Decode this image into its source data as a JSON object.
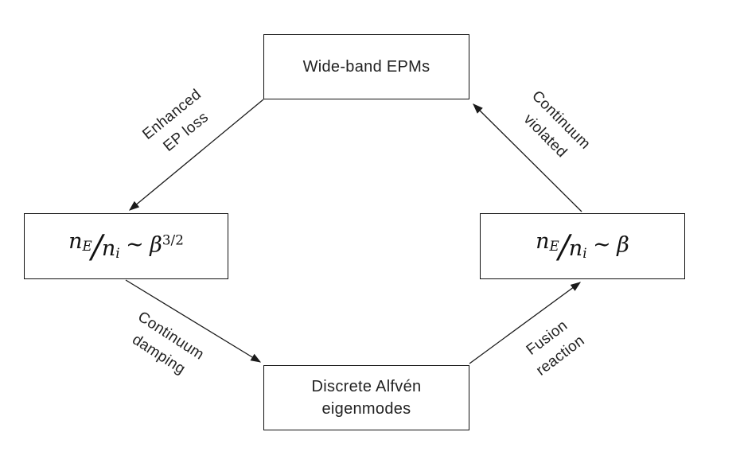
{
  "diagram": {
    "nodes": {
      "top": {
        "label": "Wide-band EPMs"
      },
      "bottom": {
        "label_line1": "Discrete Alfvén",
        "label_line2": "eigenmodes"
      },
      "left": {
        "math": {
          "n1": "n",
          "sub1": "E",
          "slash": "/",
          "n2": "n",
          "sub2": "i",
          "rel": "∼",
          "beta": "β",
          "exp": "3/2"
        }
      },
      "right": {
        "math": {
          "n1": "n",
          "sub1": "E",
          "slash": "/",
          "n2": "n",
          "sub2": "i",
          "rel": "∼",
          "beta": "β"
        }
      }
    },
    "edges": {
      "top_to_left": {
        "line1": "Enhanced",
        "line2": "EP loss"
      },
      "left_to_bottom": {
        "line1": "Continuum",
        "line2": "damping"
      },
      "bottom_to_right": {
        "line1": "Fusion",
        "line2": "reaction"
      },
      "right_to_top": {
        "line1": "Continuum",
        "line2": "violated"
      }
    },
    "colors": {
      "ink": "#1a1a1a",
      "background": "#ffffff"
    }
  }
}
